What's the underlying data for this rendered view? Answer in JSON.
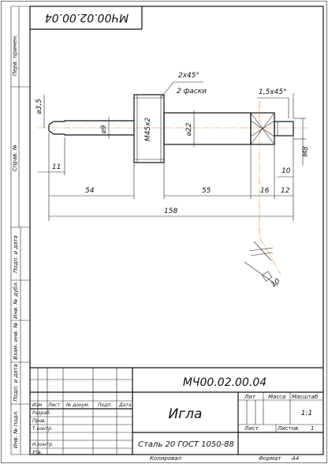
{
  "document": {
    "designation": "МЧ00.02.00.04",
    "designation_rotated": "МЧ00.02.00.04",
    "part_name": "Игла",
    "material": "Сталь 20 ГОСТ 1050-88",
    "scale": "1:1",
    "sheet_label": "Лист",
    "sheets_label": "Листов",
    "sheets_count": "1",
    "lit_label": "Лит",
    "mass_label": "Масса",
    "scale_label": "Масштаб",
    "copied_label": "Копировал",
    "format_label": "Формат",
    "format_value": "A4"
  },
  "title_block_rows": {
    "headers": [
      "Изм",
      "Лист",
      "№ докум.",
      "Подп.",
      "Дата"
    ],
    "roles": [
      "Разраб.",
      "Пров.",
      "Т.контр.",
      "",
      "Н.контр.",
      "Утв."
    ]
  },
  "side_margin": {
    "labels": [
      "Перв. примен.",
      "Справ. №",
      "Подп. и дата",
      "Инв. № дубл.",
      "Взам. инв. №",
      "Подп. и дата",
      "Инв. № подл."
    ]
  },
  "dimensions": {
    "chamfer_top": "2x45°",
    "chamfer_note": "2 фаски",
    "chamfer_right": "1,5x45°",
    "tip_dia": "⌀3,5",
    "dia_9": "⌀9",
    "thread": "М45x2",
    "dia_22": "⌀22",
    "m8": "М8",
    "len_11": "11",
    "len_54": "54",
    "len_55": "55",
    "len_16": "16",
    "len_12": "12",
    "len_10": "10",
    "len_158": "158",
    "square_10": "10"
  }
}
